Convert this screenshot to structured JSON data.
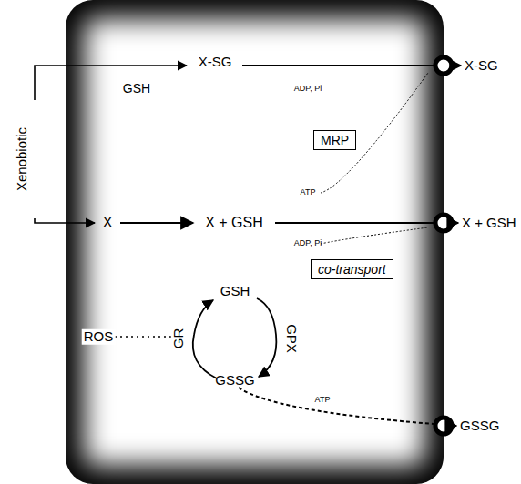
{
  "diagram": {
    "nodes": [
      {
        "text": [
          "MRP"
        ]
      },
      {
        "text": [
          "co-transport"
        ]
      }
    ],
    "labels": [
      "X-SG",
      "X-SG",
      "GSH",
      "ADP, Pi",
      "Xenobiotic",
      "ATP",
      "X",
      "X + GSH",
      "X + GSH",
      "ADP, Pi",
      "GSH",
      "ROS",
      "GR",
      "GPX",
      "GSSG",
      "ATP",
      "GSSG"
    ]
  }
}
